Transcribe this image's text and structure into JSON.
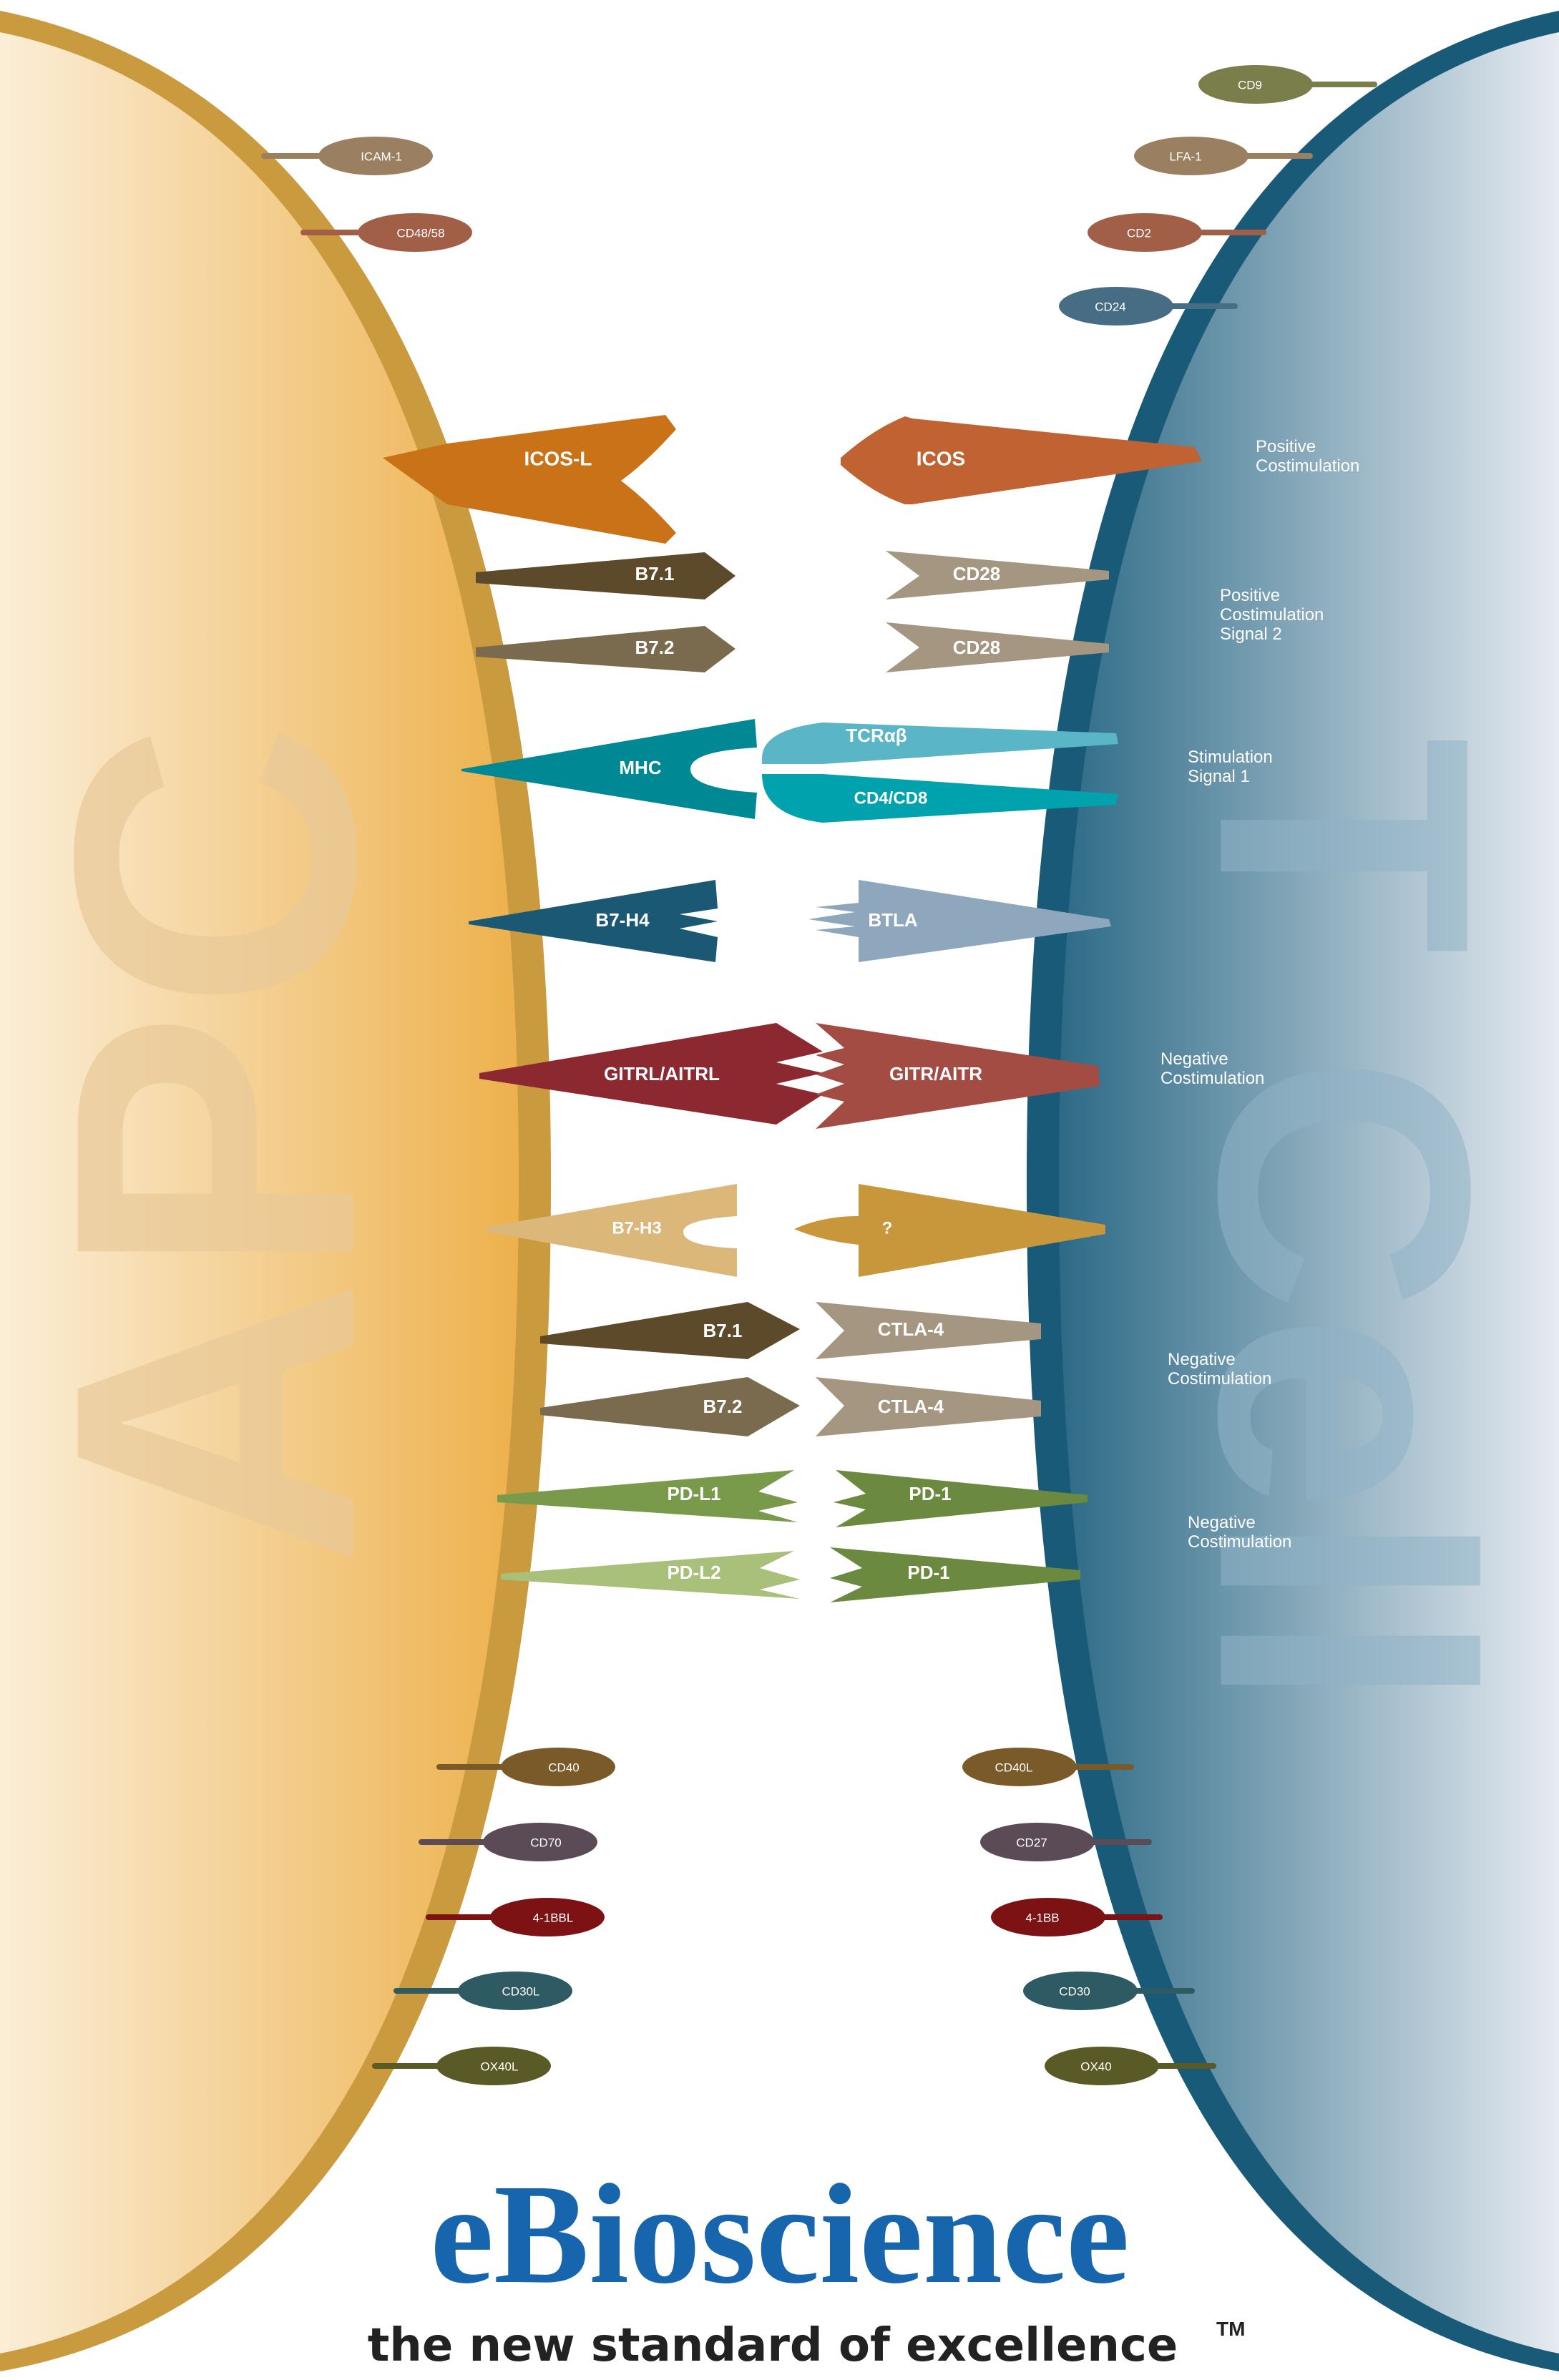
{
  "apc_label": "APC",
  "tcell_label": "T Cell",
  "colors": {
    "apc_fill_light": "#fbeed8",
    "apc_fill_dark": "#edb14c",
    "apc_membrane": "#c99a3e",
    "tcell_fill_light": "#e6ebf1",
    "tcell_fill_dark": "#2c6a86",
    "tcell_membrane": "#195a78",
    "brand": "#1766ad"
  },
  "left_top_markers": [
    {
      "label": "ICAM-1",
      "color": "#9a8060"
    },
    {
      "label": "CD48/58",
      "color": "#a25f48"
    }
  ],
  "right_top_markers": [
    {
      "label": "CD9",
      "color": "#7a7e4a"
    },
    {
      "label": "LFA-1",
      "color": "#9a8060"
    },
    {
      "label": "CD2",
      "color": "#a25f48"
    },
    {
      "label": "CD24",
      "color": "#476d84"
    }
  ],
  "left_bottom_markers": [
    {
      "label": "CD40",
      "color": "#7b5a2a"
    },
    {
      "label": "CD70",
      "color": "#5a4b57"
    },
    {
      "label": "4-1BBL",
      "color": "#7c1214"
    },
    {
      "label": "CD30L",
      "color": "#2e5a63"
    },
    {
      "label": "OX40L",
      "color": "#5a5a26"
    }
  ],
  "right_bottom_markers": [
    {
      "label": "CD40L",
      "color": "#7b5a2a"
    },
    {
      "label": "CD27",
      "color": "#5a4b57"
    },
    {
      "label": "4-1BB",
      "color": "#7c1214"
    },
    {
      "label": "CD30",
      "color": "#2e5a63"
    },
    {
      "label": "OX40",
      "color": "#5a5a26"
    }
  ],
  "pairs": {
    "icos_l": {
      "label": "ICOS-L",
      "color": "#c97218"
    },
    "icos": {
      "label": "ICOS",
      "color": "#c06232"
    },
    "b71_a": {
      "label": "B7.1",
      "color": "#5c4a2b"
    },
    "b72_a": {
      "label": "B7.2",
      "color": "#7a6a4e"
    },
    "cd28_a": {
      "label": "CD28",
      "color": "#a49680"
    },
    "cd28_b": {
      "label": "CD28",
      "color": "#a49680"
    },
    "mhc": {
      "label": "MHC",
      "color": "#008895"
    },
    "tcr": {
      "label": "TCRαβ",
      "color": "#5ab6c6"
    },
    "cd4cd8": {
      "label": "CD4/CD8",
      "color": "#00a2ad"
    },
    "b7h4": {
      "label": "B7-H4",
      "color": "#1b5873"
    },
    "unknown_q1": {
      "label": "?",
      "color": "#777777"
    },
    "btla": {
      "label": "BTLA",
      "color": "#8fa7bc"
    },
    "gitrl": {
      "label": "GITRL/AITRL",
      "color": "#8c2830"
    },
    "gitr": {
      "label": "GITR/AITR",
      "color": "#a34c44"
    },
    "b7h3": {
      "label": "B7-H3",
      "color": "#dcb77a"
    },
    "unknown_q2": {
      "label": "?",
      "color": "#c9973b"
    },
    "b71_b": {
      "label": "B7.1",
      "color": "#5c4a2b"
    },
    "b72_b": {
      "label": "B7.2",
      "color": "#7a6a4e"
    },
    "ctla4_a": {
      "label": "CTLA-4",
      "color": "#a49680"
    },
    "ctla4_b": {
      "label": "CTLA-4",
      "color": "#a49680"
    },
    "pdl1": {
      "label": "PD-L1",
      "color": "#789a4a"
    },
    "pdl2": {
      "label": "PD-L2",
      "color": "#a8c07a"
    },
    "pd1_a": {
      "label": "PD-1",
      "color": "#6b8a40"
    },
    "pd1_b": {
      "label": "PD-1",
      "color": "#6b8a40"
    }
  },
  "notes": {
    "positive_costim_1": [
      "Positive",
      "Costimulation"
    ],
    "positive_costim_2": [
      "Positive",
      "Costimulation",
      "Signal 2"
    ],
    "stimulation_1": [
      "Stimulation",
      "Signal 1"
    ],
    "negative_costim_1": [
      "Negative",
      "Costimulation"
    ],
    "negative_costim_2": [
      "Negative",
      "Costimulation"
    ],
    "negative_costim_3": [
      "Negative",
      "Costimulation"
    ]
  },
  "brand": {
    "name": "eBioscience",
    "tagline": "the new standard of excellence",
    "trademark": "TM"
  }
}
